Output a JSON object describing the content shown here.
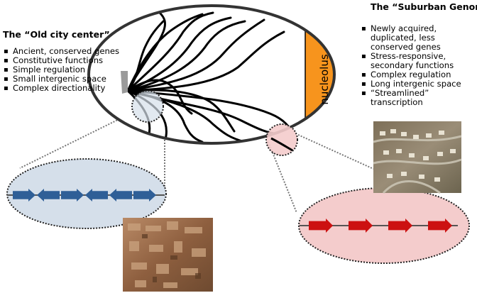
{
  "left_panel": {
    "title": "The “Old city center”",
    "items": [
      "Ancient, conserved genes",
      "Constitutive functions",
      "Simple regulation",
      "Small intergenic space",
      "Complex directionality"
    ]
  },
  "right_panel": {
    "title": "The “Suburban Genome”",
    "items": [
      "Newly acquired, duplicated, less conserved genes",
      "Stress-responsive, secondary functions",
      "Complex regulation",
      "Long intergenic space",
      "“Streamlined” transcription"
    ]
  },
  "nucleolus_label": "nucleolus",
  "colors": {
    "nucleolus": "#f7941d",
    "old_center_fill": "#d5dfea",
    "suburb_fill": "#f4cccc",
    "blue_gene": "#2f5f97",
    "red_gene": "#cc1111"
  },
  "old_center_genes": [
    "right",
    "left",
    "right",
    "left",
    "left",
    "right"
  ],
  "suburb_genes": [
    "right",
    "right",
    "right",
    "right"
  ]
}
